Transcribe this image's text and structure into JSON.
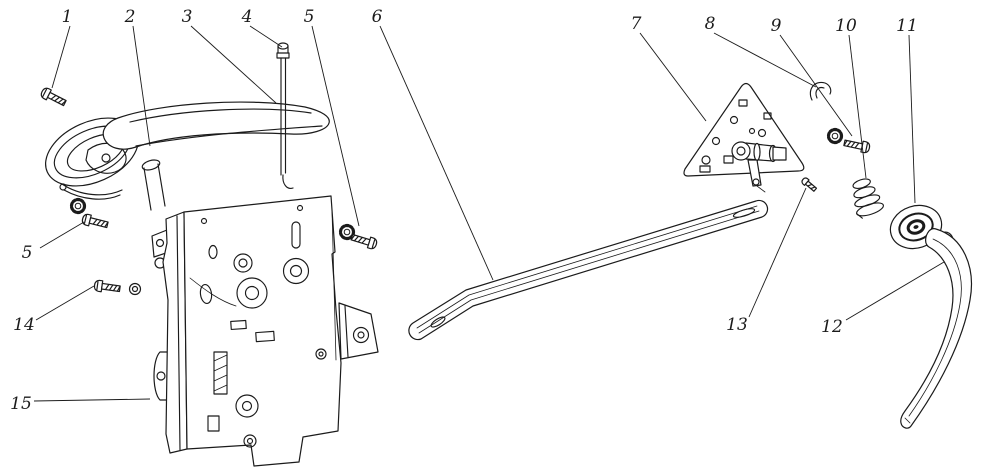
{
  "colors": {
    "ink": "#1b1b1b",
    "background": "#ffffff"
  },
  "figure": {
    "callouts": [
      {
        "label": "1"
      },
      {
        "label": "2"
      },
      {
        "label": "3"
      },
      {
        "label": "4"
      },
      {
        "label": "5"
      },
      {
        "label": "6"
      },
      {
        "label": "7"
      },
      {
        "label": "8"
      },
      {
        "label": "9"
      },
      {
        "label": "10"
      },
      {
        "label": "11"
      },
      {
        "label": "5"
      },
      {
        "label": "14"
      },
      {
        "label": "15"
      },
      {
        "label": "13"
      },
      {
        "label": "12"
      }
    ]
  }
}
